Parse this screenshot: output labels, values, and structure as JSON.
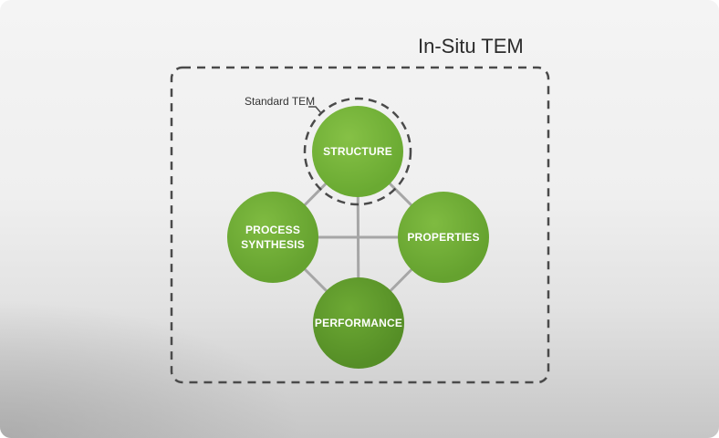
{
  "title": "In-Situ TEM",
  "callout": "Standard TEM",
  "nodes": {
    "structure": "STRUCTURE",
    "process": "PROCESS\nSYNTHESIS",
    "properties": "PROPERTIES",
    "performance": "PERFORMANCE"
  },
  "colors": {
    "node_green": "#6aaa32",
    "node_green_dark": "#558e26",
    "connector": "#a6a6a6",
    "dashed_border": "#4a4a4a"
  }
}
